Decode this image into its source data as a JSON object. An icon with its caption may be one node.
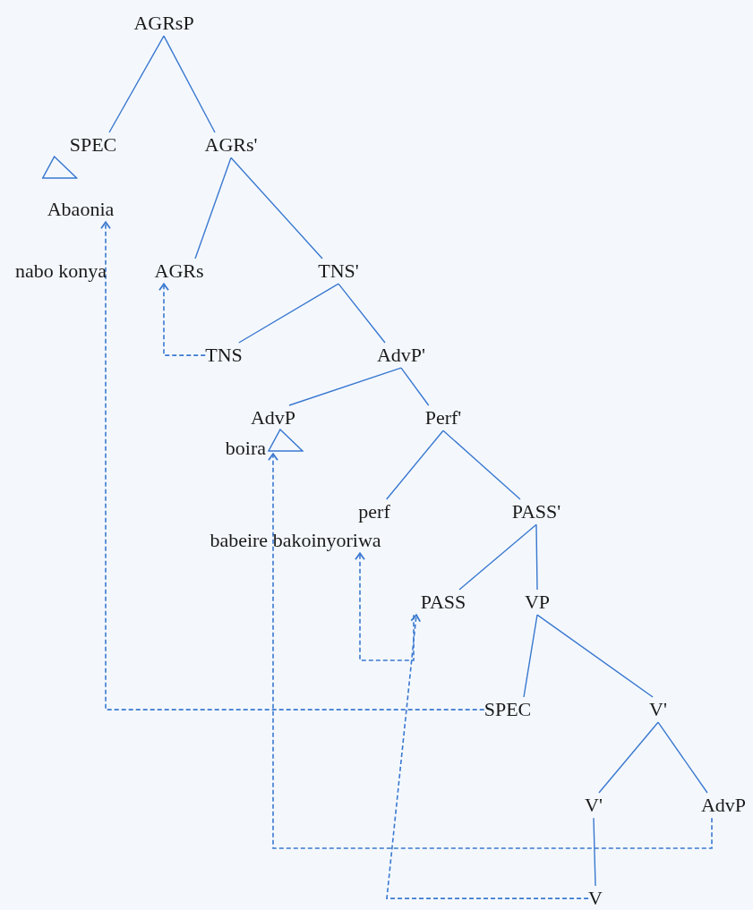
{
  "diagram": {
    "nodes": [
      {
        "text": [
          "AGRsP"
        ]
      },
      {
        "text": [
          "SPEC"
        ]
      },
      {
        "text": [
          "Abaonia"
        ]
      },
      {
        "text": [
          "AGRs'"
        ]
      },
      {
        "text": [
          "AGRs"
        ]
      },
      {
        "text": [
          "TNS'"
        ]
      },
      {
        "text": [
          "TNS"
        ]
      },
      {
        "text": [
          "AdvP'"
        ]
      },
      {
        "text": [
          "AdvP"
        ],
        "beside": [
          "boira"
        ]
      },
      {
        "text": [
          "Perf'"
        ]
      },
      {
        "text": [
          "perf"
        ]
      },
      {
        "text": [
          "babeire bakoinyoriwa"
        ]
      },
      {
        "text": [
          "PASS'"
        ]
      },
      {
        "text": [
          "PASS"
        ]
      },
      {
        "text": [
          "VP"
        ]
      },
      {
        "text": [
          "SPEC"
        ]
      },
      {
        "text": [
          "V'"
        ]
      },
      {
        "text": [
          "V'"
        ]
      },
      {
        "text": [
          "AdvP"
        ]
      },
      {
        "text": [
          "V"
        ]
      }
    ],
    "edges": [
      {
        "from": 0,
        "to": 1,
        "arrow": "none"
      },
      {
        "from": 0,
        "to": 3,
        "arrow": "none"
      },
      {
        "from": 3,
        "to": 4,
        "arrow": "none"
      },
      {
        "from": 3,
        "to": 5,
        "arrow": "none"
      },
      {
        "from": 5,
        "to": 6,
        "arrow": "none"
      },
      {
        "from": 5,
        "to": 7,
        "arrow": "none"
      },
      {
        "from": 7,
        "to": 8,
        "arrow": "none"
      },
      {
        "from": 7,
        "to": 9,
        "arrow": "none"
      },
      {
        "from": 9,
        "to": 10,
        "arrow": "none"
      },
      {
        "from": 9,
        "to": 12,
        "arrow": "none"
      },
      {
        "from": 12,
        "to": 13,
        "arrow": "none"
      },
      {
        "from": 12,
        "to": 14,
        "arrow": "none"
      },
      {
        "from": 14,
        "to": 15,
        "arrow": "none"
      },
      {
        "from": 14,
        "to": 16,
        "arrow": "none"
      },
      {
        "from": 16,
        "to": 17,
        "arrow": "none"
      },
      {
        "from": 16,
        "to": 18,
        "arrow": "none"
      },
      {
        "from": 17,
        "to": 19,
        "arrow": "none"
      },
      {
        "from": 15,
        "to": 2,
        "arrow": "to",
        "style": "dashed"
      },
      {
        "from": 6,
        "to": 4,
        "arrow": "to",
        "style": "dashed"
      },
      {
        "from": 18,
        "to": 8,
        "arrow": "to",
        "style": "dashed"
      },
      {
        "from": 19,
        "to": 13,
        "arrow": "to",
        "style": "dashed"
      },
      {
        "from": 13,
        "to": 11,
        "arrow": "to",
        "style": "dashed"
      }
    ],
    "labels": [
      "nabo konya"
    ]
  }
}
